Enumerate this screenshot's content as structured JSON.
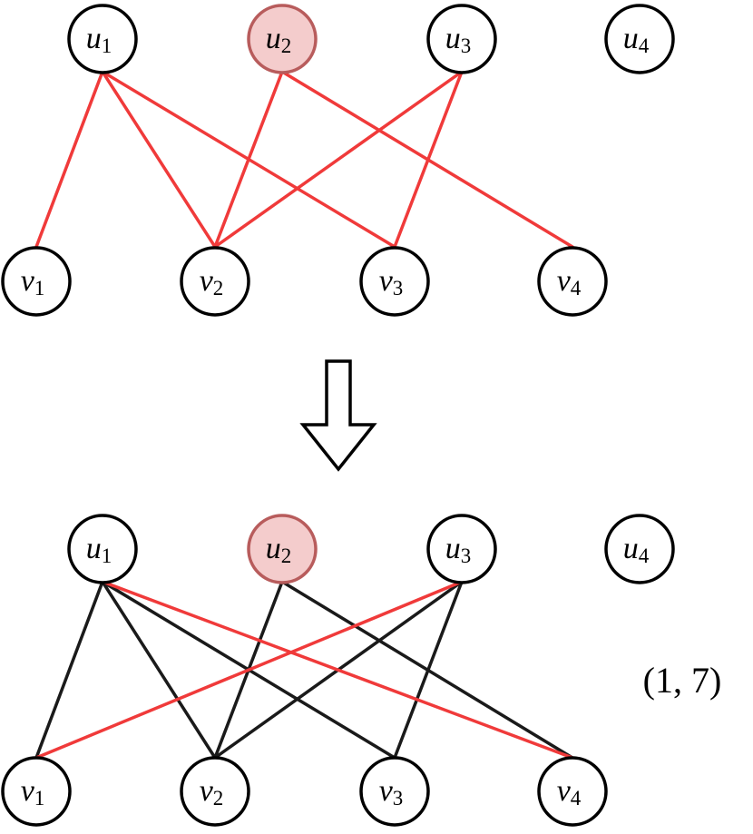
{
  "colors": {
    "red_edge": "#f03a3a",
    "black_edge": "#1a1a1a",
    "highlight_fill": "#f4cccc",
    "highlight_stroke": "#b85c5c"
  },
  "highlighted_node": "u2",
  "top_graph": {
    "u_labels": [
      {
        "id": "u1",
        "letter": "u",
        "sub": "1"
      },
      {
        "id": "u2",
        "letter": "u",
        "sub": "2"
      },
      {
        "id": "u3",
        "letter": "u",
        "sub": "3"
      },
      {
        "id": "u4",
        "letter": "u",
        "sub": "4"
      }
    ],
    "v_labels": [
      {
        "id": "v1",
        "letter": "v",
        "sub": "1"
      },
      {
        "id": "v2",
        "letter": "v",
        "sub": "2"
      },
      {
        "id": "v3",
        "letter": "v",
        "sub": "3"
      },
      {
        "id": "v4",
        "letter": "v",
        "sub": "4"
      }
    ],
    "edges": [
      {
        "from": "u1",
        "to": "v1",
        "color": "red"
      },
      {
        "from": "u1",
        "to": "v2",
        "color": "red"
      },
      {
        "from": "u1",
        "to": "v3",
        "color": "red"
      },
      {
        "from": "u2",
        "to": "v2",
        "color": "red"
      },
      {
        "from": "u2",
        "to": "v4",
        "color": "red"
      },
      {
        "from": "u3",
        "to": "v2",
        "color": "red"
      },
      {
        "from": "u3",
        "to": "v3",
        "color": "red"
      }
    ]
  },
  "bottom_graph": {
    "edges": [
      {
        "from": "u1",
        "to": "v1",
        "color": "black"
      },
      {
        "from": "u1",
        "to": "v2",
        "color": "black"
      },
      {
        "from": "u1",
        "to": "v3",
        "color": "black"
      },
      {
        "from": "u1",
        "to": "v4",
        "color": "red"
      },
      {
        "from": "u2",
        "to": "v2",
        "color": "black"
      },
      {
        "from": "u2",
        "to": "v4",
        "color": "black"
      },
      {
        "from": "u3",
        "to": "v1",
        "color": "red"
      },
      {
        "from": "u3",
        "to": "v2",
        "color": "black"
      },
      {
        "from": "u3",
        "to": "v3",
        "color": "black"
      }
    ],
    "pair_label": "(1, 7)"
  }
}
